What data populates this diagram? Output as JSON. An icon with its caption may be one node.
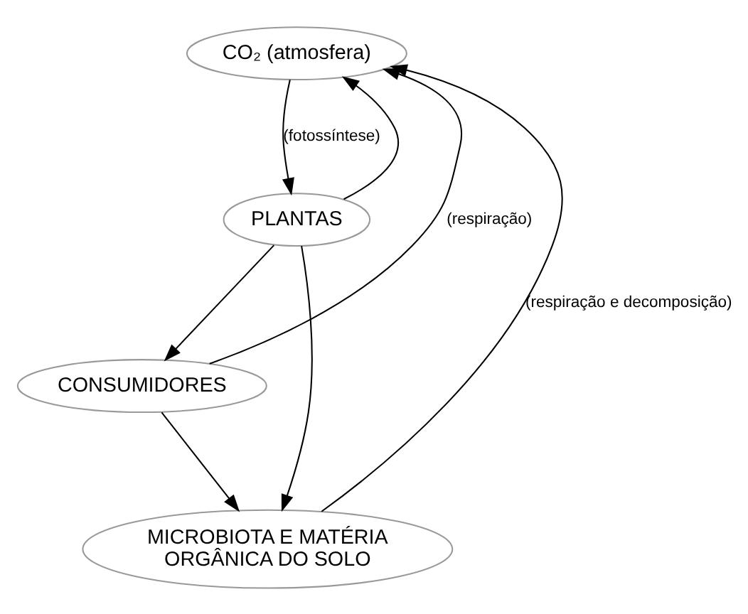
{
  "diagram": {
    "nodes": [
      {
        "text": [
          "CO₂ (atmosfera)"
        ]
      },
      {
        "text": [
          "PLANTAS"
        ]
      },
      {
        "text": [
          "CONSUMIDORES"
        ]
      },
      {
        "text": [
          "MICROBIOTA E MATÉRIA ORGÂNICA DO SOLO"
        ]
      }
    ],
    "edges": [
      {
        "from": 0,
        "to": 1,
        "arrow": "to",
        "label": "(fotossíntese)"
      },
      {
        "from": 2,
        "to": 0,
        "arrow": "to",
        "label": "(respiração)"
      },
      {
        "from": 1,
        "to": 0,
        "arrow": "to"
      },
      {
        "from": 1,
        "to": 2,
        "arrow": "to"
      },
      {
        "from": 1,
        "to": 3,
        "arrow": "to"
      },
      {
        "from": 2,
        "to": 3,
        "arrow": "to"
      },
      {
        "from": 3,
        "to": 0,
        "arrow": "to",
        "label": "(respiração e decomposição)"
      }
    ]
  }
}
